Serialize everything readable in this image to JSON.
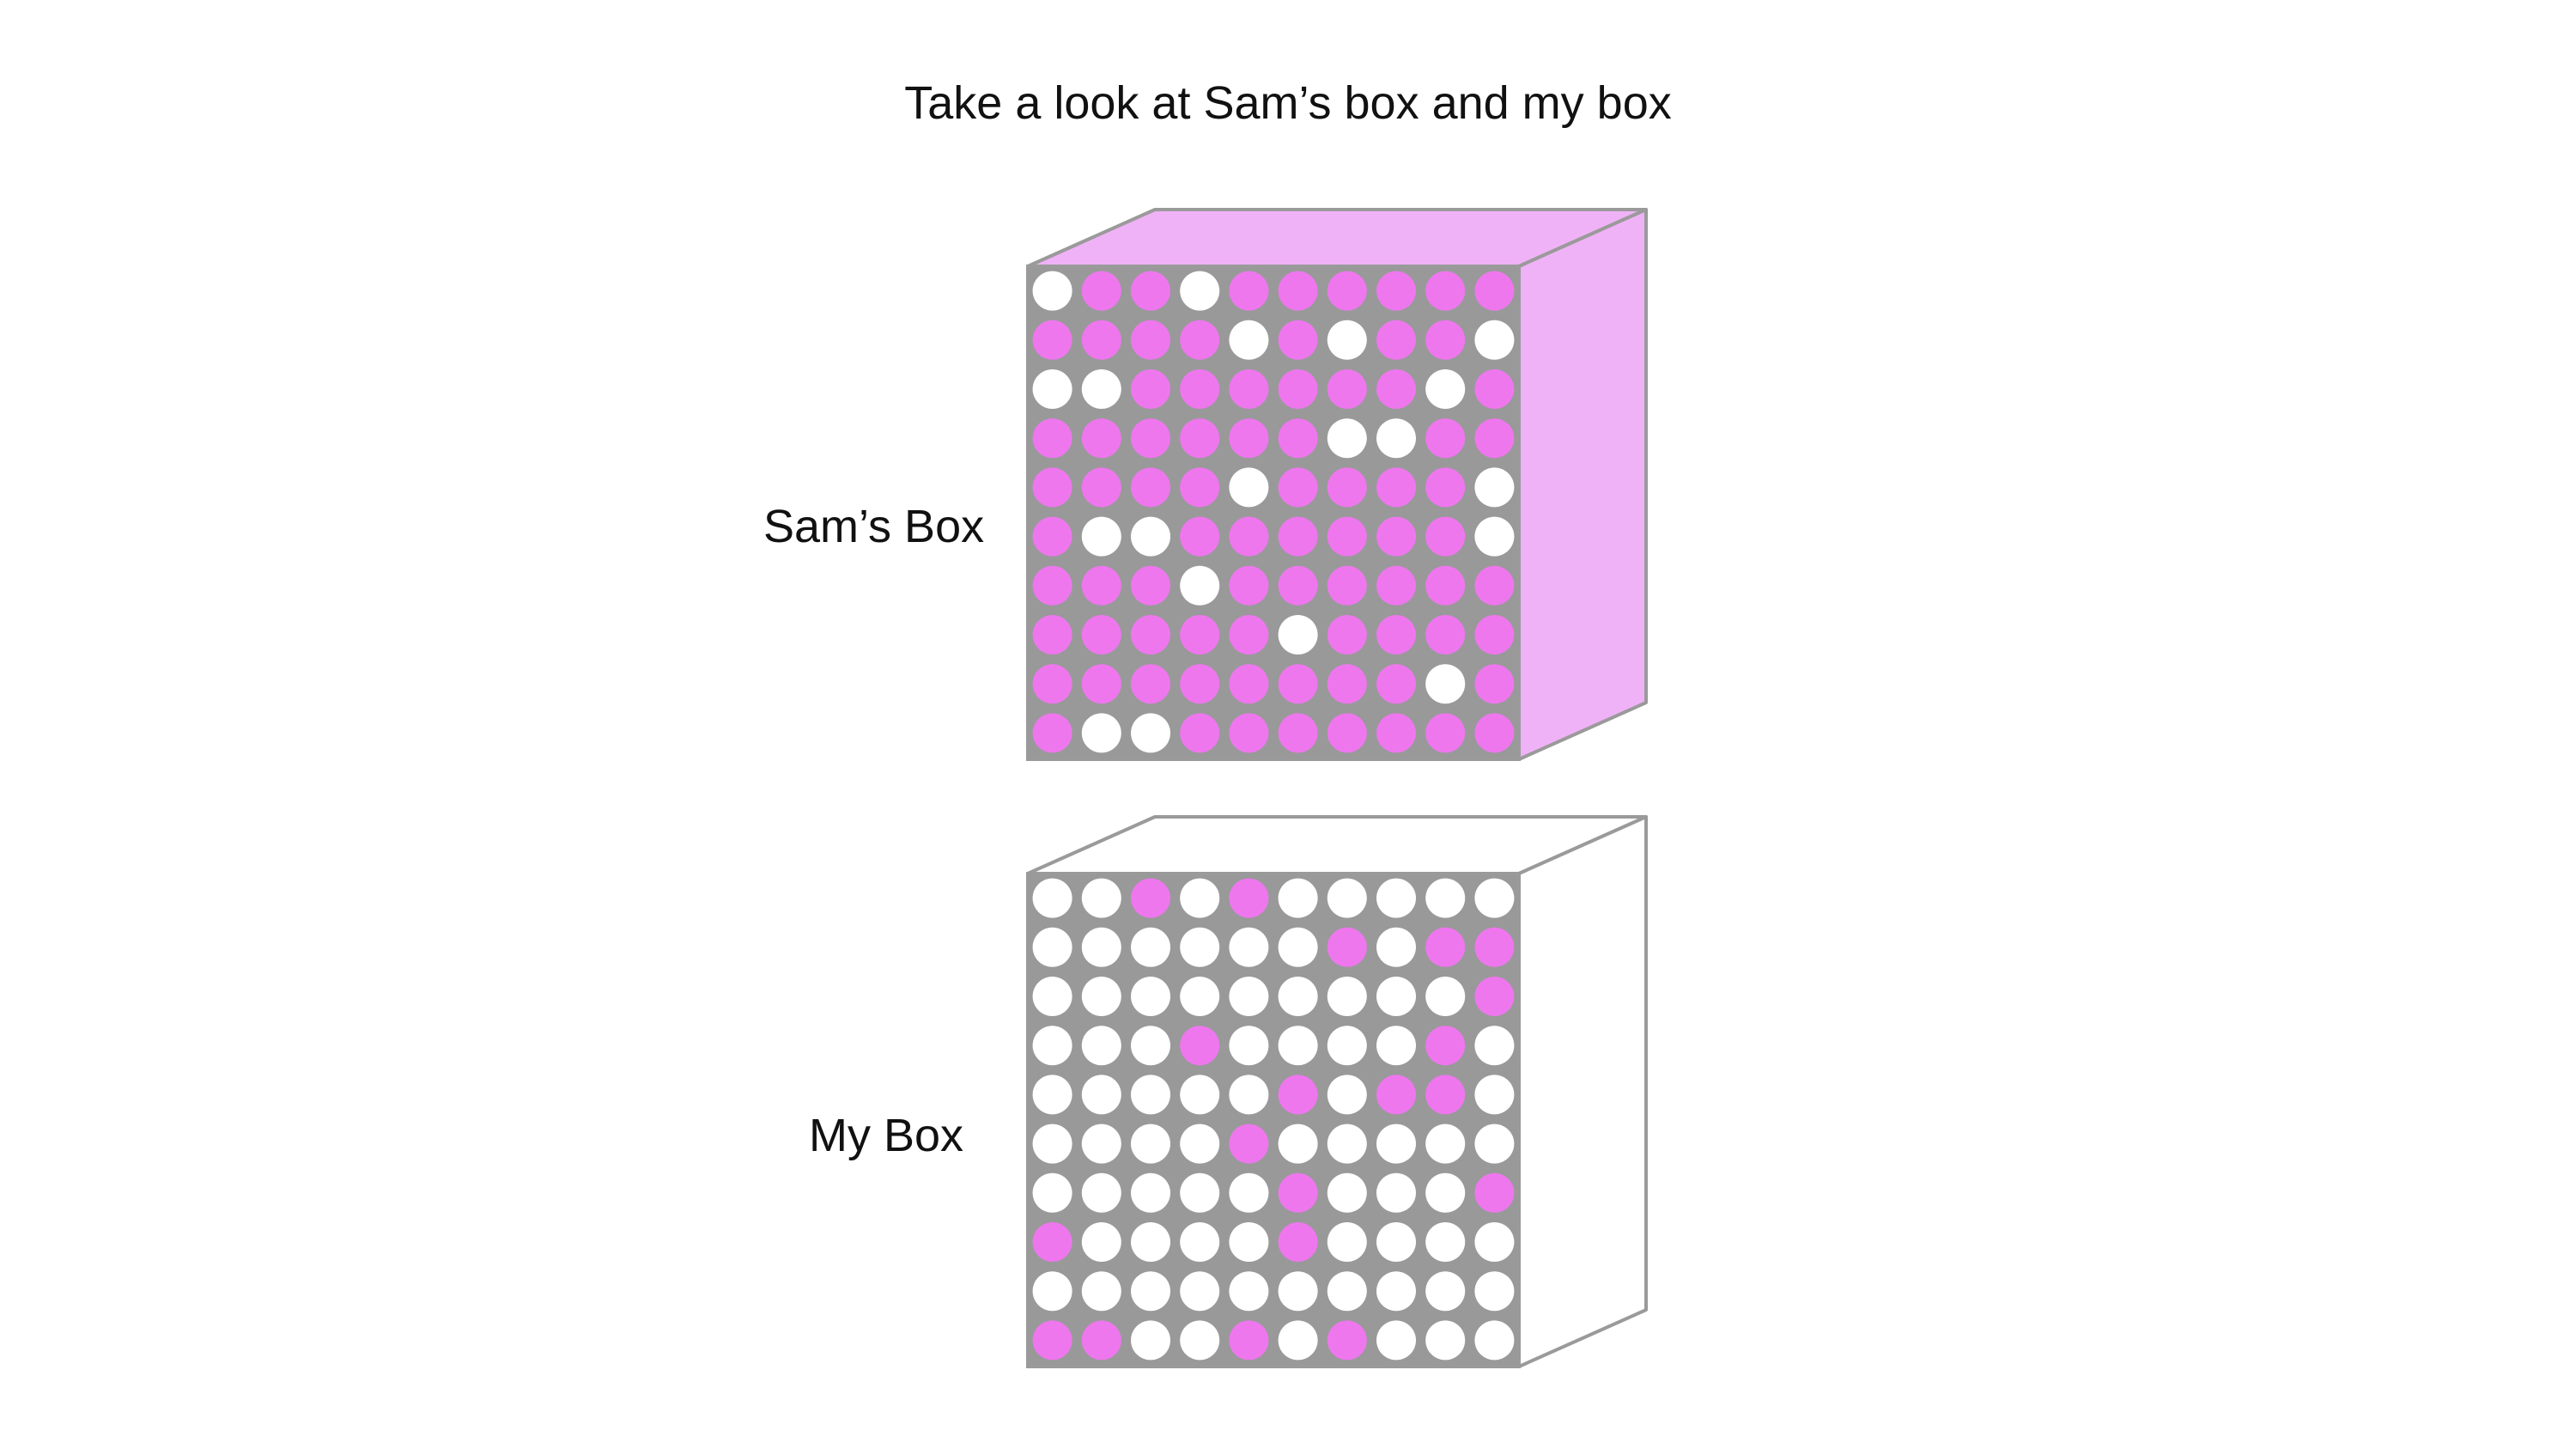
{
  "title": "Take a look at Sam’s box and my box",
  "colors": {
    "background": "#ffffff",
    "grid_fill": "#999999",
    "outline": "#9a9a9a",
    "pink_dot": "#ee77ee",
    "white_dot": "#ffffff",
    "sam_box_side": "#f0b2f7",
    "my_box_side": "#ffffff"
  },
  "boxes": [
    {
      "id": "sam",
      "label": "Sam’s Box",
      "side_color": "#f0b2f7",
      "grid": [
        "WPPWPPPPPP",
        "PPPPWPWPPW",
        "WWPPPPPPWP",
        "PPPPPPWWPP",
        "PPPPWPPPPW",
        "PWWPPPPPPW",
        "PPPWPPPPPP",
        "PPPPPWPPPP",
        "PPPPPPPPWP",
        "PWWPPPPPPP"
      ]
    },
    {
      "id": "mine",
      "label": "My Box",
      "side_color": "#ffffff",
      "grid": [
        "WWPWPWWWWW",
        "WWWWWWPWPP",
        "WWWWWWWWWP",
        "WWWPWWWWPW",
        "WWWWWPWPPW",
        "WWWWPWWWWW",
        "WWWWWPWWWP",
        "PWWWWPWWWW",
        "WWWWWWWWWW",
        "PPWWPWPWWW"
      ]
    }
  ]
}
